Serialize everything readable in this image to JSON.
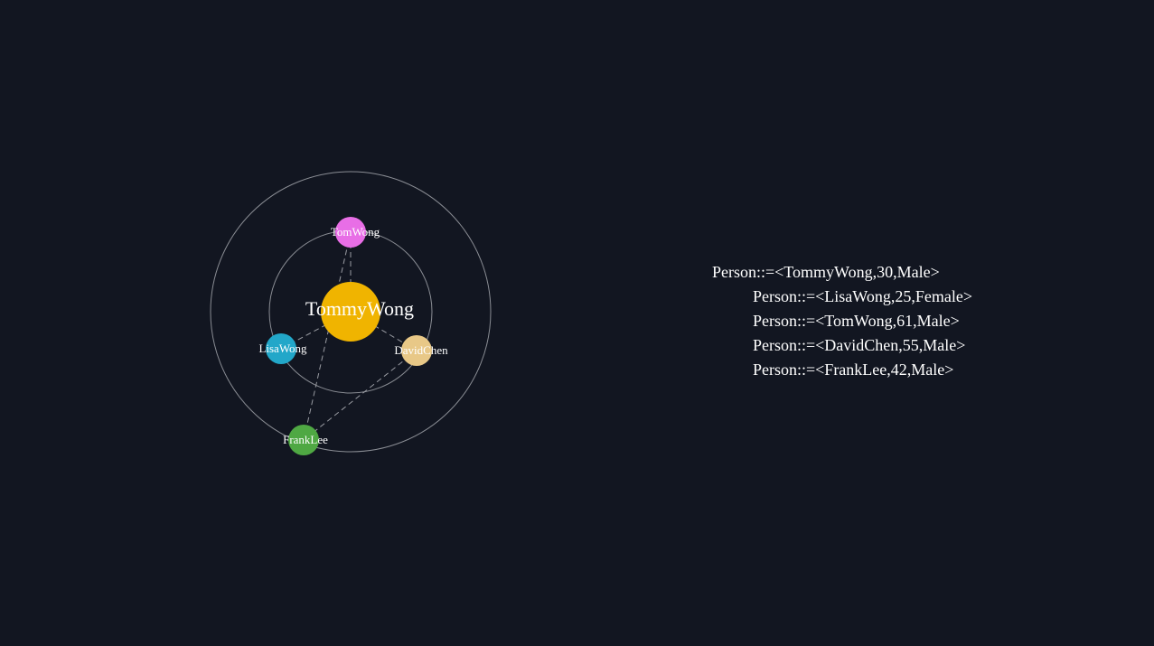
{
  "colors": {
    "background": "#121621",
    "ring": "#8a8d94",
    "link": "#9a9ca3"
  },
  "graph": {
    "center": "TommyWong",
    "nodes": [
      {
        "id": "TommyWong",
        "label": "TommyWong",
        "color": "#f0b400",
        "role": "center"
      },
      {
        "id": "TomWong",
        "label": "TomWong",
        "color": "#e86ee6",
        "role": "related"
      },
      {
        "id": "LisaWong",
        "label": "LisaWong",
        "color": "#22a7c9",
        "role": "related"
      },
      {
        "id": "DavidChen",
        "label": "DavidChen",
        "color": "#e8c887",
        "role": "related"
      },
      {
        "id": "FrankLee",
        "label": "FrankLee",
        "color": "#4fa843",
        "role": "related"
      }
    ],
    "links": [
      {
        "source": "TommyWong",
        "target": "TomWong"
      },
      {
        "source": "TommyWong",
        "target": "LisaWong"
      },
      {
        "source": "TommyWong",
        "target": "DavidChen"
      },
      {
        "source": "TomWong",
        "target": "FrankLee"
      },
      {
        "source": "DavidChen",
        "target": "FrankLee"
      }
    ]
  },
  "definitions": [
    "Person::=<TommyWong,30,Male>",
    "Person::=<LisaWong,25,Female>",
    "Person::=<TomWong,61,Male>",
    "Person::=<DavidChen,55,Male>",
    "Person::=<FrankLee,42,Male>"
  ]
}
